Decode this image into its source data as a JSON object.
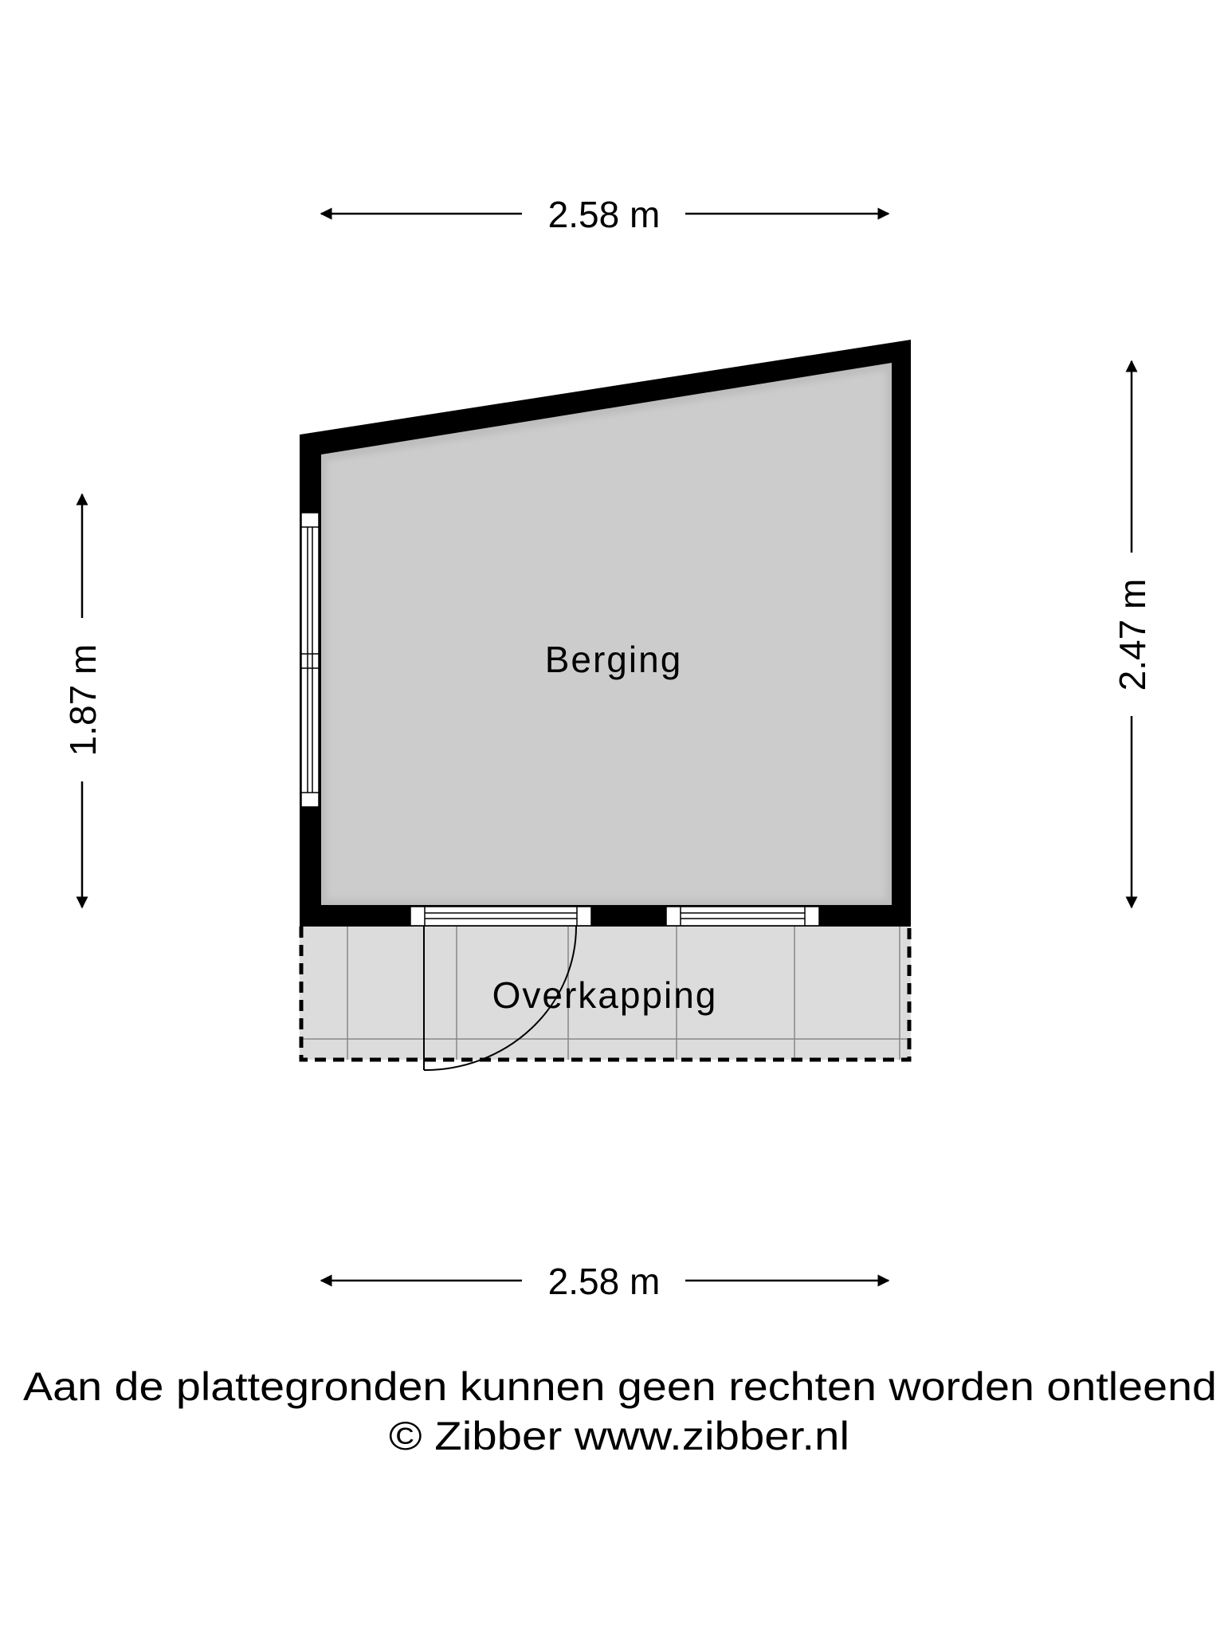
{
  "rooms": {
    "storage": "Berging",
    "canopy": "Overkapping"
  },
  "dimensions": {
    "top_width": "2.58 m",
    "bottom_width": "2.58 m",
    "left_height": "1.87 m",
    "right_height": "2.47 m"
  },
  "footer": {
    "disclaimer": "Aan de plattegronden kunnen geen rechten worden ontleend",
    "copyright": "© Zibber www.zibber.nl"
  },
  "colors": {
    "wall": "#000000",
    "room_fill": "#cccccc",
    "canopy_fill": "#dcdcdc"
  }
}
